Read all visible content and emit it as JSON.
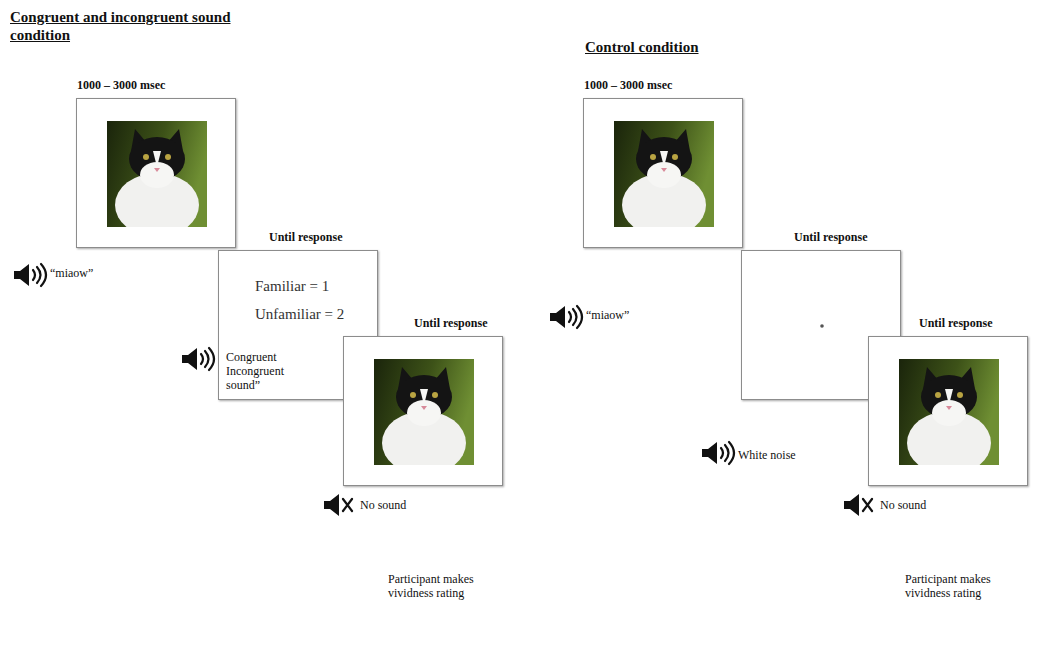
{
  "diagram": {
    "nodes": [
      {
        "text": [
          "1000 – 3000 msec"
        ]
      },
      {
        "text": [
          "Until response",
          "Familiar = 1",
          "Unfamiliar = 2"
        ]
      },
      {
        "text": [
          "Until response"
        ]
      },
      {
        "text": [
          "1000 – 3000 msec"
        ]
      },
      {
        "text": [
          "Until response"
        ]
      },
      {
        "text": [
          "Until response"
        ]
      }
    ],
    "labels": [
      "Congruent and incongruent sound condition",
      "Control condition",
      "“miaow”",
      "Congruent Incongruent sound”",
      "No sound",
      "Participant makes vividness rating",
      "“miaow”",
      "White noise",
      "No sound",
      "Participant makes vividness rating"
    ]
  }
}
